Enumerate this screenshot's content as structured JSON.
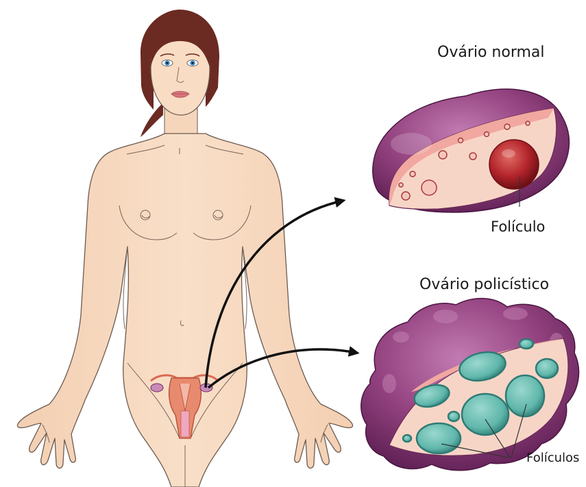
{
  "diagram": {
    "normal_ovary": {
      "title": "Ovário normal",
      "follicle_label": "Folículo"
    },
    "polycystic_ovary": {
      "title": "Ovário policístico",
      "follicles_label": "Folículos"
    },
    "colors": {
      "skin": "#f7d9bf",
      "skin_outline": "#6b5a50",
      "hair": "#6b2a22",
      "ovary_outer": "#8e3f7c",
      "ovary_highlight": "#c98ab8",
      "ovary_inner": "#f6d2c3",
      "follicle_normal": "#b3252b",
      "cyst_fill": "#6cc0b5",
      "cyst_stroke": "#2f7b75",
      "uterus": "#e0795f",
      "arrow": "#111111"
    }
  }
}
